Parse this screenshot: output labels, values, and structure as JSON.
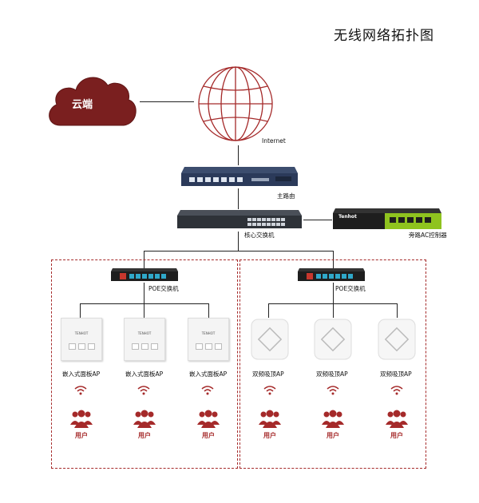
{
  "title": "无线网络拓扑图",
  "cloud": {
    "label": "云端"
  },
  "internet": {
    "label": "Internet"
  },
  "router": {
    "label": "主路由"
  },
  "core_switch": {
    "label": "核心交换机"
  },
  "ac": {
    "label": "旁路AC控制器",
    "brand": "Tenhot"
  },
  "left": {
    "poe_label": "POE交换机",
    "aps": [
      {
        "label": "嵌入式面板AP",
        "brand": "TENHOT"
      },
      {
        "label": "嵌入式面板AP",
        "brand": "TENHOT"
      },
      {
        "label": "嵌入式面板AP",
        "brand": "TENHOT"
      }
    ],
    "users": [
      "用户",
      "用户",
      "用户"
    ]
  },
  "right": {
    "poe_label": "POE交换机",
    "aps": [
      {
        "label": "双频吸顶AP"
      },
      {
        "label": "双频吸顶AP"
      },
      {
        "label": "双频吸顶AP"
      }
    ],
    "users": [
      "用户",
      "用户",
      "用户"
    ]
  },
  "colors": {
    "accent": "#a52a2a",
    "cloud": "#7a1f1f",
    "device": "#2b3a5a",
    "ac_green": "#8fc31f"
  }
}
